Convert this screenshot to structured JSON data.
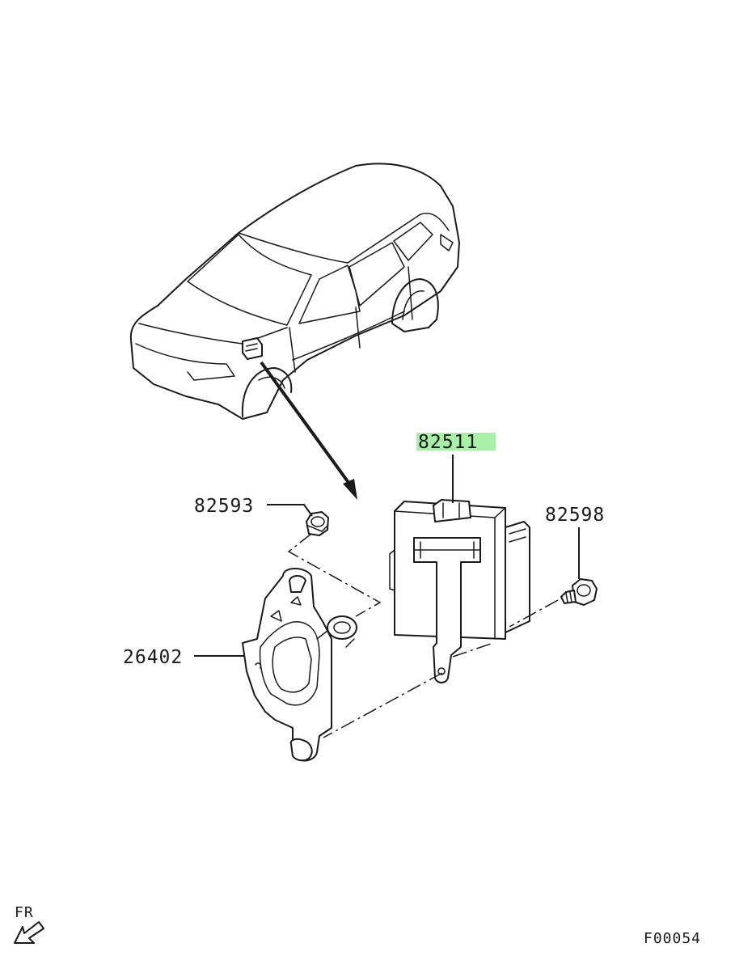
{
  "parts": {
    "ecu": "82511",
    "nut": "82593",
    "bolt": "82598",
    "bracket": "26402"
  },
  "colors": {
    "highlight": "#a8f0a8",
    "line": "#1a1a1a"
  },
  "front_indicator": "FR",
  "figure_code": "F00054",
  "icons": {
    "front": "front-arrow-icon"
  }
}
